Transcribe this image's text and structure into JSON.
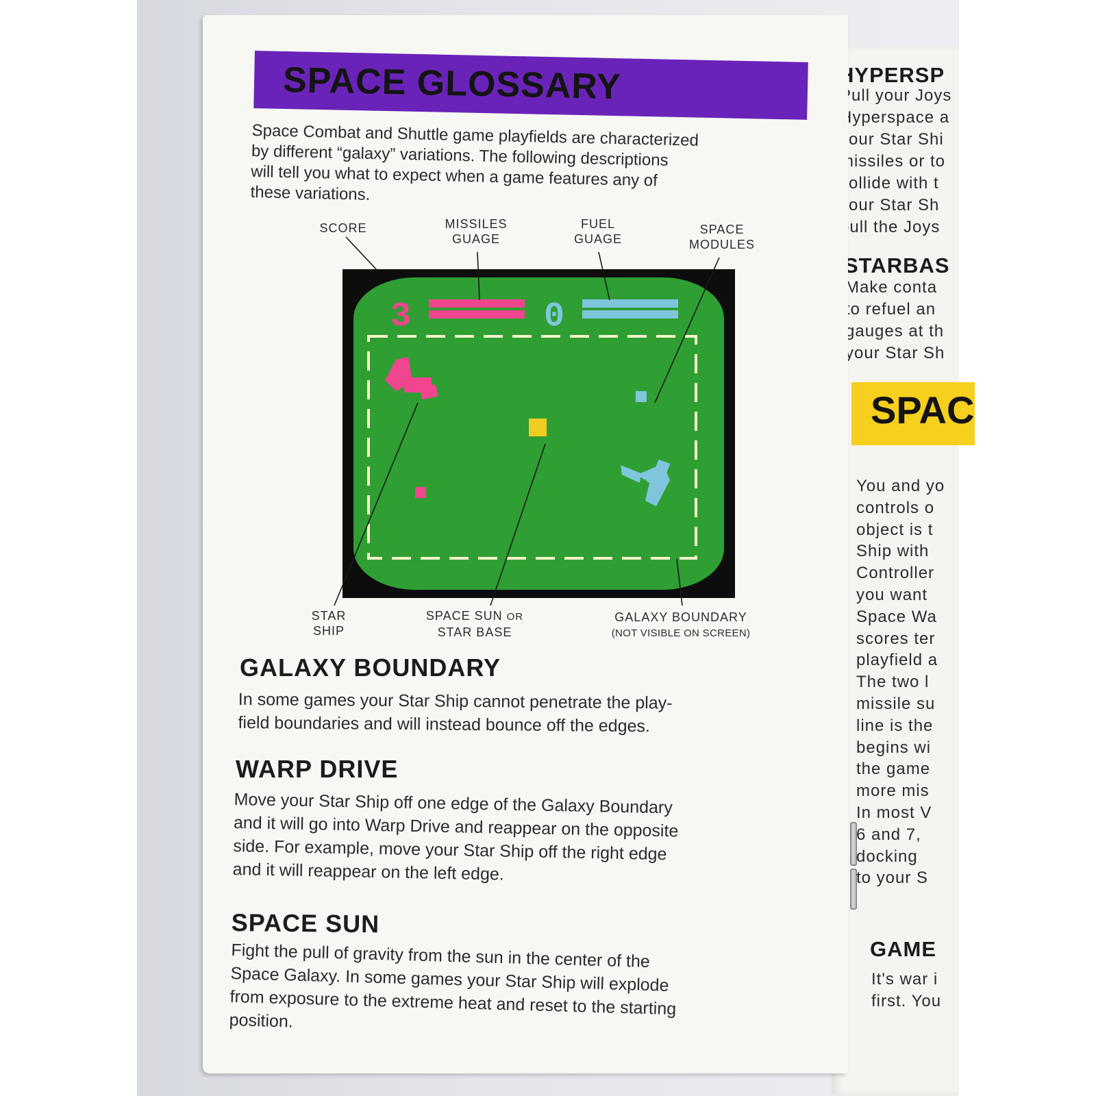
{
  "left_page": {
    "title": "SPACE GLOSSARY",
    "intro_lines": [
      "Space Combat and Shuttle game playfields are characterized",
      "by different “galaxy” variations. The following descriptions",
      "will tell you what to expect when a game features any of",
      "these variations."
    ],
    "diagram": {
      "labels": {
        "score": "SCORE",
        "missiles_1": "MISSILES",
        "missiles_2": "GUAGE",
        "fuel_1": "FUEL",
        "fuel_2": "GUAGE",
        "modules_1": "SPACE",
        "modules_2": "MODULES",
        "ship_1": "STAR",
        "ship_2": "SHIP",
        "sun_1": "SPACE SUN",
        "sun_or": "OR",
        "sun_2": "STAR BASE",
        "boundary_1": "GALAXY  BOUNDARY",
        "boundary_2": "(NOT VISIBLE ON SCREEN)"
      },
      "screen": {
        "score_value": "3",
        "fuel_value": "0",
        "colors": {
          "background": "#2f9e33",
          "frame": "#0d0d0d",
          "player_one": "#f0458f",
          "player_two": "#7fc6dc",
          "sun": "#f1cc22",
          "boundary": "#f4f4c8"
        }
      }
    },
    "sections": [
      {
        "heading": "GALAXY BOUNDARY",
        "lines": [
          "In some games your Star Ship cannot penetrate the play-",
          "field boundaries and will instead bounce off the edges."
        ]
      },
      {
        "heading": "WARP DRIVE",
        "lines": [
          "Move your Star Ship off one edge of the Galaxy Boundary",
          "and it will go into Warp Drive and reappear on the opposite",
          "side. For example, move your Star Ship off the right edge",
          "and it will reappear on the left edge."
        ]
      },
      {
        "heading": "SPACE SUN",
        "lines": [
          "Fight the pull of gravity from the sun in the center of the",
          "Space Galaxy. In some games your Star Ship will explode",
          "from exposure to the extreme heat and reset to the starting",
          "position."
        ]
      }
    ]
  },
  "right_page": {
    "hyperspace": {
      "heading": "HYPERSP",
      "lines": [
        "Pull your Joys",
        "Hyperspace a",
        "your Star Shi",
        "missiles or to",
        "collide with t",
        "your Star Sh",
        "pull the Joys"
      ]
    },
    "starbase": {
      "heading": "STARBAS",
      "lines": [
        "Make conta",
        "to refuel an",
        "gauges at th",
        "your Star Sh"
      ]
    },
    "banner": "SPAC",
    "body_lines": [
      "You and yo",
      "controls o",
      "object is t",
      "Ship with",
      "Controller",
      "you want",
      "Space Wa",
      "scores ter",
      "playfield a",
      "The two l",
      "missile su",
      "line is the",
      "begins wi",
      "the game",
      "more mis",
      "In most V",
      "6 and 7,",
      "docking",
      "to your S"
    ],
    "game": {
      "heading": "GAME",
      "lines": [
        "It's war i",
        "first. You"
      ]
    }
  }
}
